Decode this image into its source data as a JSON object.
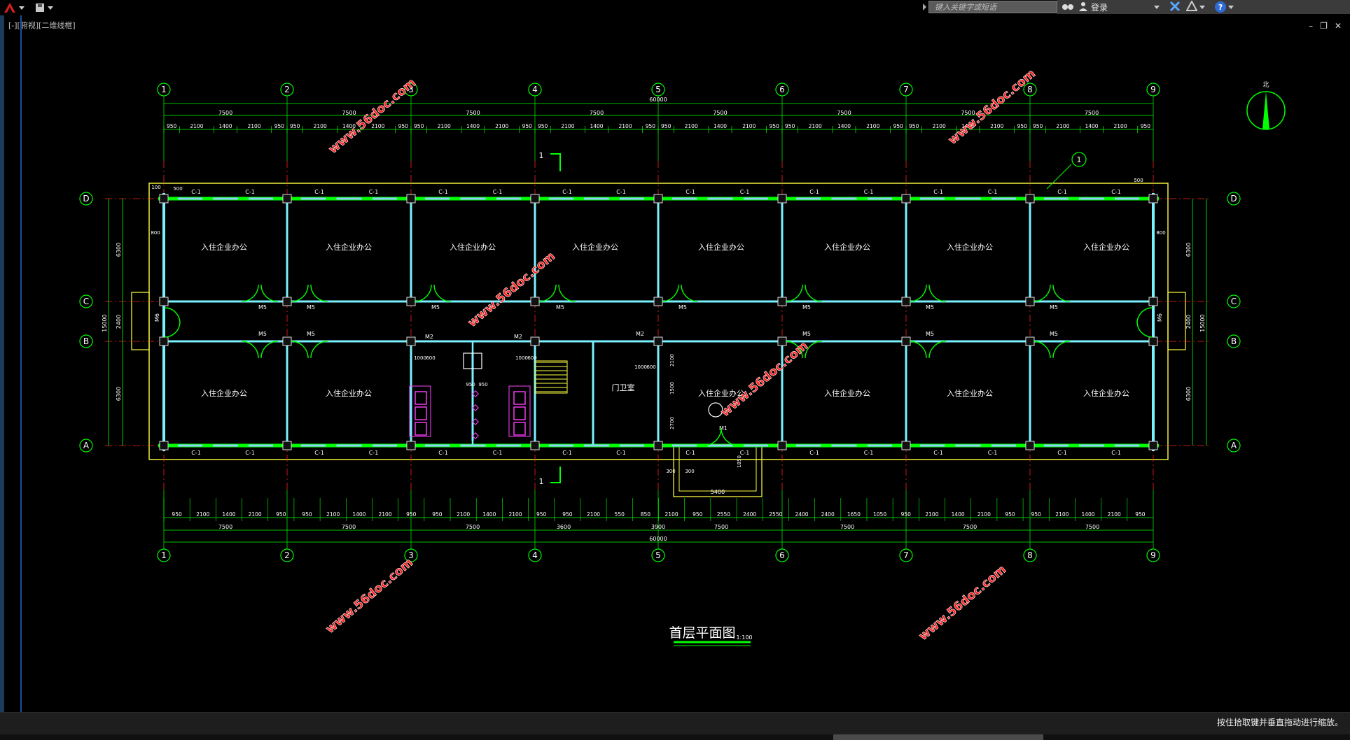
{
  "toolbar": {
    "search_placeholder": "键入关键字或短语",
    "login_label": "登录",
    "help_label": "?"
  },
  "viewport": {
    "label": "[-][俯视][二维线框]"
  },
  "window_controls": {
    "minimize": "–",
    "restore": "❐",
    "close": "✕"
  },
  "status": {
    "message": "按住拾取键并垂直拖动进行缩放。"
  },
  "drawing": {
    "title": "首层平面图",
    "scale": "1:100",
    "north_label": "北",
    "axes_numbers": [
      "1",
      "2",
      "3",
      "4",
      "5",
      "6",
      "7",
      "8",
      "9"
    ],
    "axes_letters": [
      "D",
      "C",
      "B",
      "A"
    ],
    "total_length": "60000",
    "bay": "7500",
    "top_sub_dims": [
      "950",
      "2100",
      "1400",
      "2100",
      "950"
    ],
    "bottom_sub_dims": [
      "950",
      "2100",
      "1400",
      "2100",
      "950",
      "950",
      "2100",
      "1400",
      "2100",
      "950",
      "950",
      "2100",
      "1400",
      "2100",
      "950",
      "950",
      "2100",
      "550",
      "850",
      "2100",
      "950",
      "2550",
      "2400",
      "2550",
      "2400",
      "2400",
      "1650",
      "1050",
      "950",
      "2100",
      "1400",
      "2100",
      "950",
      "950",
      "2100",
      "1400",
      "2100",
      "950"
    ],
    "bottom_mid_dims": [
      "7500",
      "7500",
      "7500",
      "3600",
      "3900",
      "7500",
      "7500",
      "7500",
      "7500"
    ],
    "left_dims": [
      "6300",
      "2400",
      "6300"
    ],
    "left_total": "15000",
    "room_label": "入住企业办公",
    "guard_label": "门卫室",
    "window_tag": "C-1",
    "door_tags": {
      "m5": "M5",
      "m2": "M2",
      "m6": "M6",
      "m1": "M1"
    },
    "section_mark": "1",
    "misc_dims": [
      "500",
      "100",
      "800",
      "300",
      "300",
      "5400",
      "1850",
      "1000",
      "600",
      "1500",
      "2100",
      "2700",
      "950",
      "1000",
      "1050",
      "950"
    ]
  },
  "watermark": "www.56doc.com",
  "colors": {
    "background": "#000000",
    "axis_green": "#00ff00",
    "wall_cyan": "#79f2ff",
    "window_cyan": "#8ecfff",
    "axis_line_red": "#ff2020",
    "outline_yellow": "#ffff40",
    "door_green": "#00ff00",
    "sanitary_magenta": "#ff40ff",
    "watermark_red": "#ff2020",
    "status_bg": "#1e1e1e"
  }
}
